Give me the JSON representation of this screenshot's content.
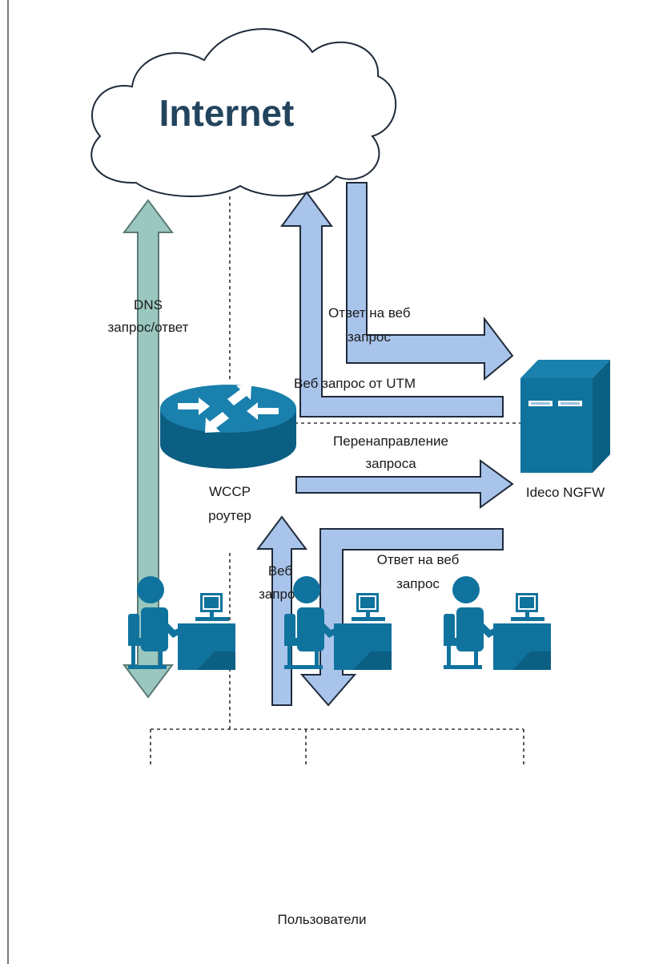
{
  "diagram": {
    "internet_label": "Internet",
    "dns_label_line1": "DNS",
    "dns_label_line2": "запрос/ответ",
    "response_top_line1": "Ответ на веб",
    "response_top_line2": "запрос",
    "utm_request_label": "Веб запрос от UTM",
    "redirect_line1": "Перенаправление",
    "redirect_line2": "запроса",
    "ngfw_label": "Ideco NGFW",
    "router_line1": "WCCP",
    "router_line2": "роутер",
    "web_request_line1": "Веб",
    "web_request_line2": "запрос",
    "response_bottom_line1": "Ответ на веб",
    "response_bottom_line2": "запрос",
    "users_label": "Пользователи"
  },
  "colors": {
    "frame": "#7a7a7a",
    "cloud_text": "#23445d",
    "arrow_blue_fill": "#a9c4eb",
    "arrow_blue_stroke": "#1f2a3a",
    "arrow_green_fill": "#9ac7bf",
    "arrow_green_stroke": "#5a7a75",
    "device_blue": "#10739e",
    "device_dark": "#0b5f83",
    "dashed_line": "#333333"
  },
  "icons": {
    "cloud": "internet-cloud-icon",
    "router": "router-icon",
    "server": "server-icon",
    "user": "user-workstation-icon"
  }
}
